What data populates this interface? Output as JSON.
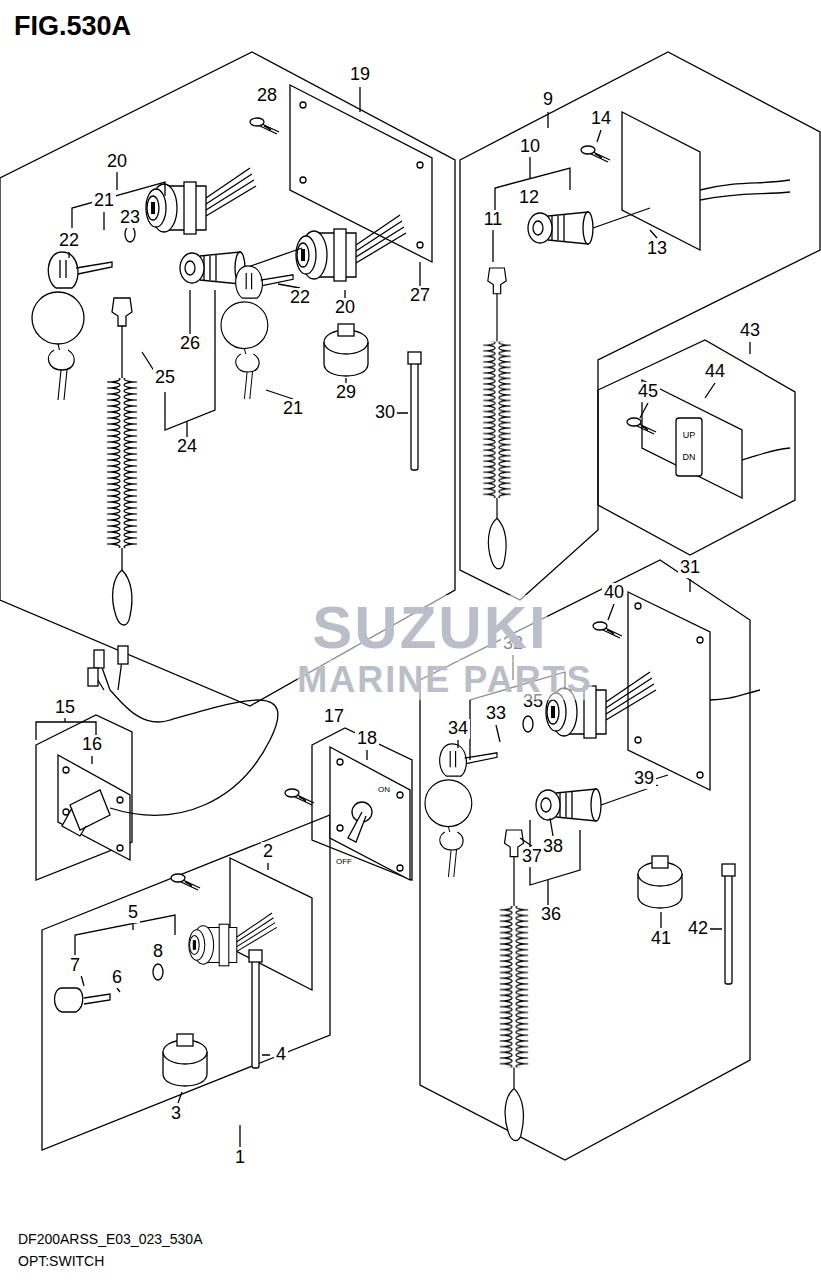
{
  "diagram": {
    "title": "FIG.530A",
    "caption": "OPT:SWITCH",
    "labels": [
      "19",
      "28",
      "20",
      "23",
      "21",
      "22",
      "26",
      "25",
      "24",
      "20",
      "22",
      "21",
      "29",
      "30",
      "27",
      "9",
      "14",
      "10",
      "12",
      "11",
      "13",
      "43",
      "44",
      "45",
      "UP",
      "DN",
      "31",
      "40",
      "32",
      "35",
      "34",
      "33",
      "39",
      "37",
      "38",
      "36",
      "41",
      "42",
      "15",
      "16",
      "17",
      "18",
      "ON",
      "OFF",
      "2",
      "5",
      "8",
      "6",
      "7",
      "4",
      "3",
      "1",
      "DF200ARSS_E03_023_530A",
      "SUZUKI",
      "MARINE PARTS"
    ]
  }
}
